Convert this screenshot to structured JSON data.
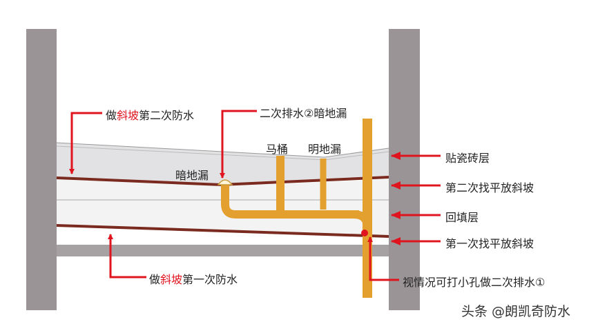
{
  "labels": {
    "slope_second_pre": "做",
    "slope_second_red": "斜坡",
    "slope_second_post": "第二次防水",
    "secondary_drain": "二次排水②暗地漏",
    "toilet": "马桶",
    "open_drain": "明地漏",
    "hidden_drain": "暗地漏",
    "tile_layer": "贴瓷砖层",
    "second_leveling": "第二次找平放斜坡",
    "backfill": "回填层",
    "first_leveling": "第一次找平放斜坡",
    "slope_first_pre": "做",
    "slope_first_red": "斜坡",
    "slope_first_post": "第一次防水",
    "small_hole": "视情况可打小孔做二次排水①"
  },
  "brand": "头条 @朗凯奇防水",
  "colors": {
    "wall": "#9a9496",
    "pipe": "#e3a02e",
    "membrane": "#7a2a1e",
    "arrow": "#e0141e",
    "tile": "#e2e2e4"
  }
}
